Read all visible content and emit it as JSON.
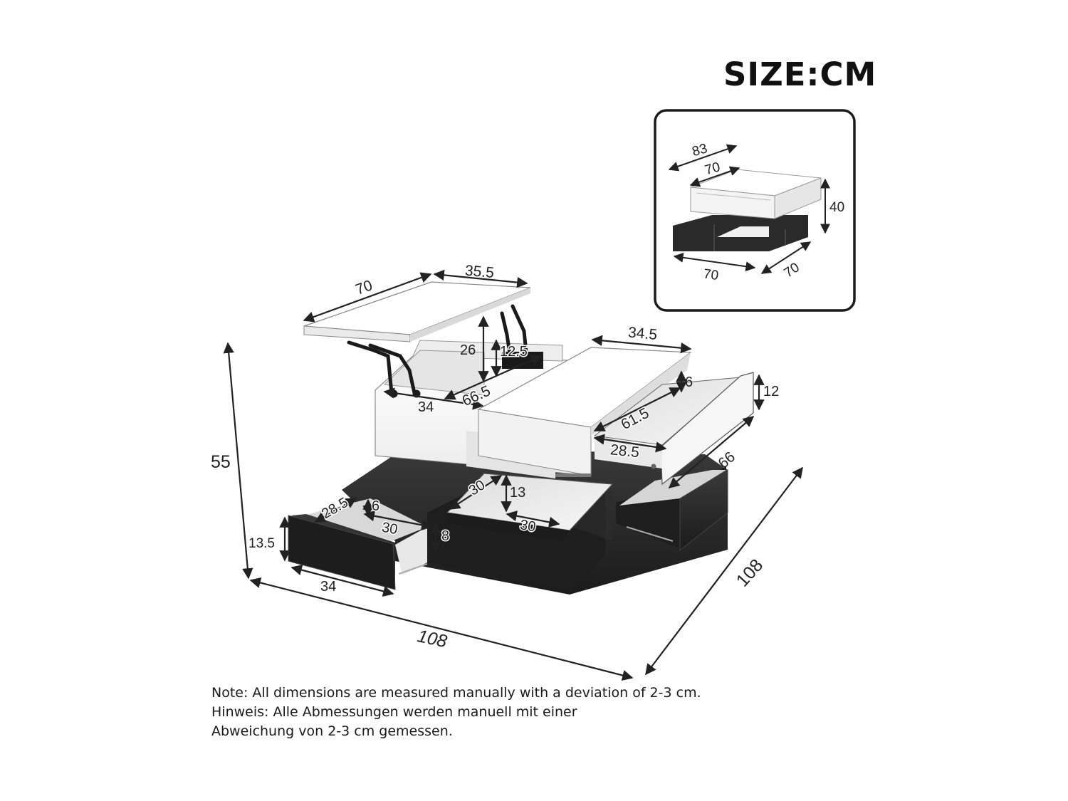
{
  "title": "SIZE:CM",
  "notes": [
    "Note: All dimensions are measured manually with a deviation of 2-3 cm.",
    "Hinweis: Alle Abmessungen werden manuell mit einer",
    "Abweichung von 2-3 cm gemessen."
  ],
  "inset": {
    "top_depth": "83",
    "top_width": "70",
    "height": "40",
    "base_width": "70",
    "base_depth": "70"
  },
  "main": {
    "lift_top_length": "70",
    "lift_top_width": "35.5",
    "lift_height": "26",
    "lift_mechanism": "12.5",
    "compartment_length": "66.5",
    "compartment_width": "34",
    "fixed_top_width": "34.5",
    "upper_drawer_height": "12",
    "upper_drawer_inner_height": "6",
    "upper_drawer_inner_length": "61.5",
    "upper_drawer_inner_width": "28.5",
    "upper_drawer_depth": "66",
    "total_height": "55",
    "lower_drawer_height": "13.5",
    "lower_drawer_width": "34",
    "lower_drawer_inner_depth": "28.5",
    "lower_drawer_inner_height_a": "6",
    "lower_drawer_inner_width": "30",
    "lower_drawer_inner_height_b": "8",
    "open_box_width": "30",
    "open_box_height": "13",
    "open_box_depth": "30",
    "total_width": "108",
    "total_depth": "108"
  },
  "colors": {
    "white_panel": "#fbfbfb",
    "black_panel": "#262626",
    "outline": "#3a3a3a",
    "dimension_line": "#222222"
  }
}
